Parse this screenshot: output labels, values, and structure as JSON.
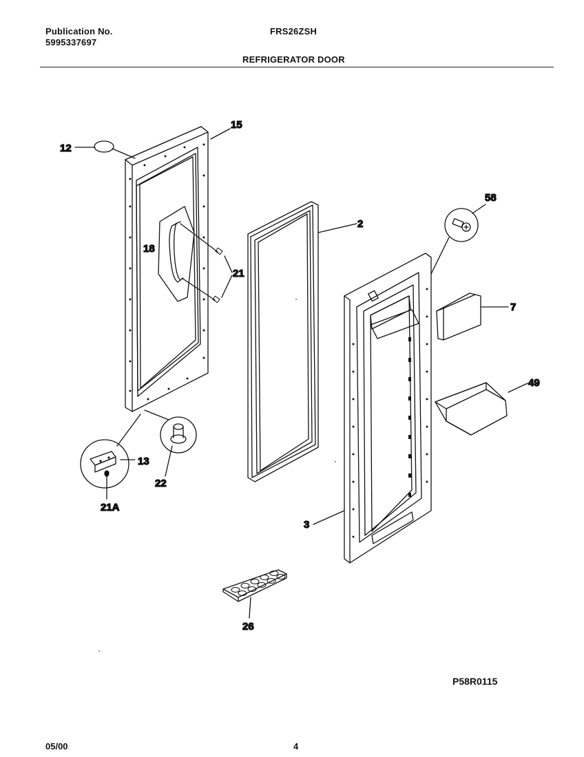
{
  "header": {
    "publication_label": "Publication No.",
    "publication_number": "5995337697",
    "model": "FRS26ZSH",
    "section_title": "REFRIGERATOR DOOR"
  },
  "callouts": {
    "c12": "12",
    "c15": "15",
    "c18": "18",
    "c21": "21",
    "c2": "2",
    "c58": "58",
    "c7": "7",
    "c49": "49",
    "c13": "13",
    "c22": "22",
    "c21A": "21A",
    "c3": "3",
    "c26": "26"
  },
  "footer": {
    "diagram_code": "P58R0115",
    "date_code": "05/00",
    "page_number": "4"
  }
}
